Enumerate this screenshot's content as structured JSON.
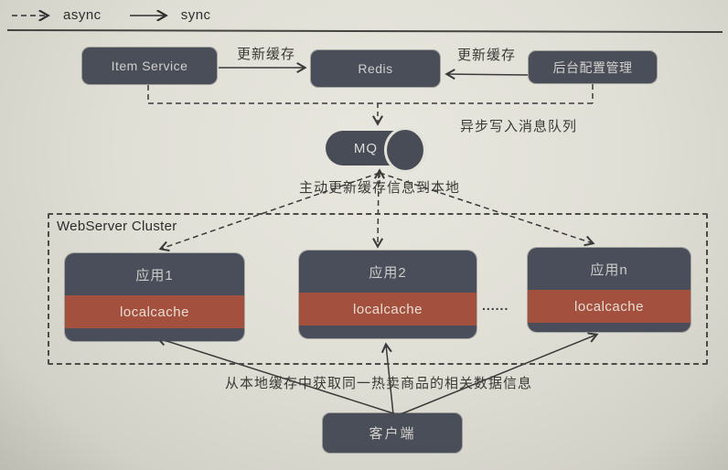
{
  "legend": {
    "async_label": "async",
    "sync_label": "sync"
  },
  "nodes": {
    "item_service": "Item Service",
    "redis": "Redis",
    "backend_config": "后台配置管理",
    "mq": "MQ",
    "client": "客户端"
  },
  "cluster": {
    "title": "WebServer Cluster",
    "apps": [
      {
        "name": "应用1",
        "cache": "localcache"
      },
      {
        "name": "应用2",
        "cache": "localcache"
      },
      {
        "name": "应用n",
        "cache": "localcache"
      }
    ],
    "ellipsis": "......"
  },
  "edge_labels": {
    "update_cache_item_redis": "更新缓存",
    "update_cache_admin_redis": "更新缓存",
    "async_write_mq": "异步写入消息队列",
    "active_update_local": "主动更新缓存信息到本地",
    "fetch_from_local": "从本地缓存中获取同一热卖商品的相关数据信息"
  },
  "colors": {
    "background": "#e2e1d8",
    "node_fill": "#4a4e59",
    "cache_band": "#a3513e",
    "line": "#3a3a3a"
  }
}
